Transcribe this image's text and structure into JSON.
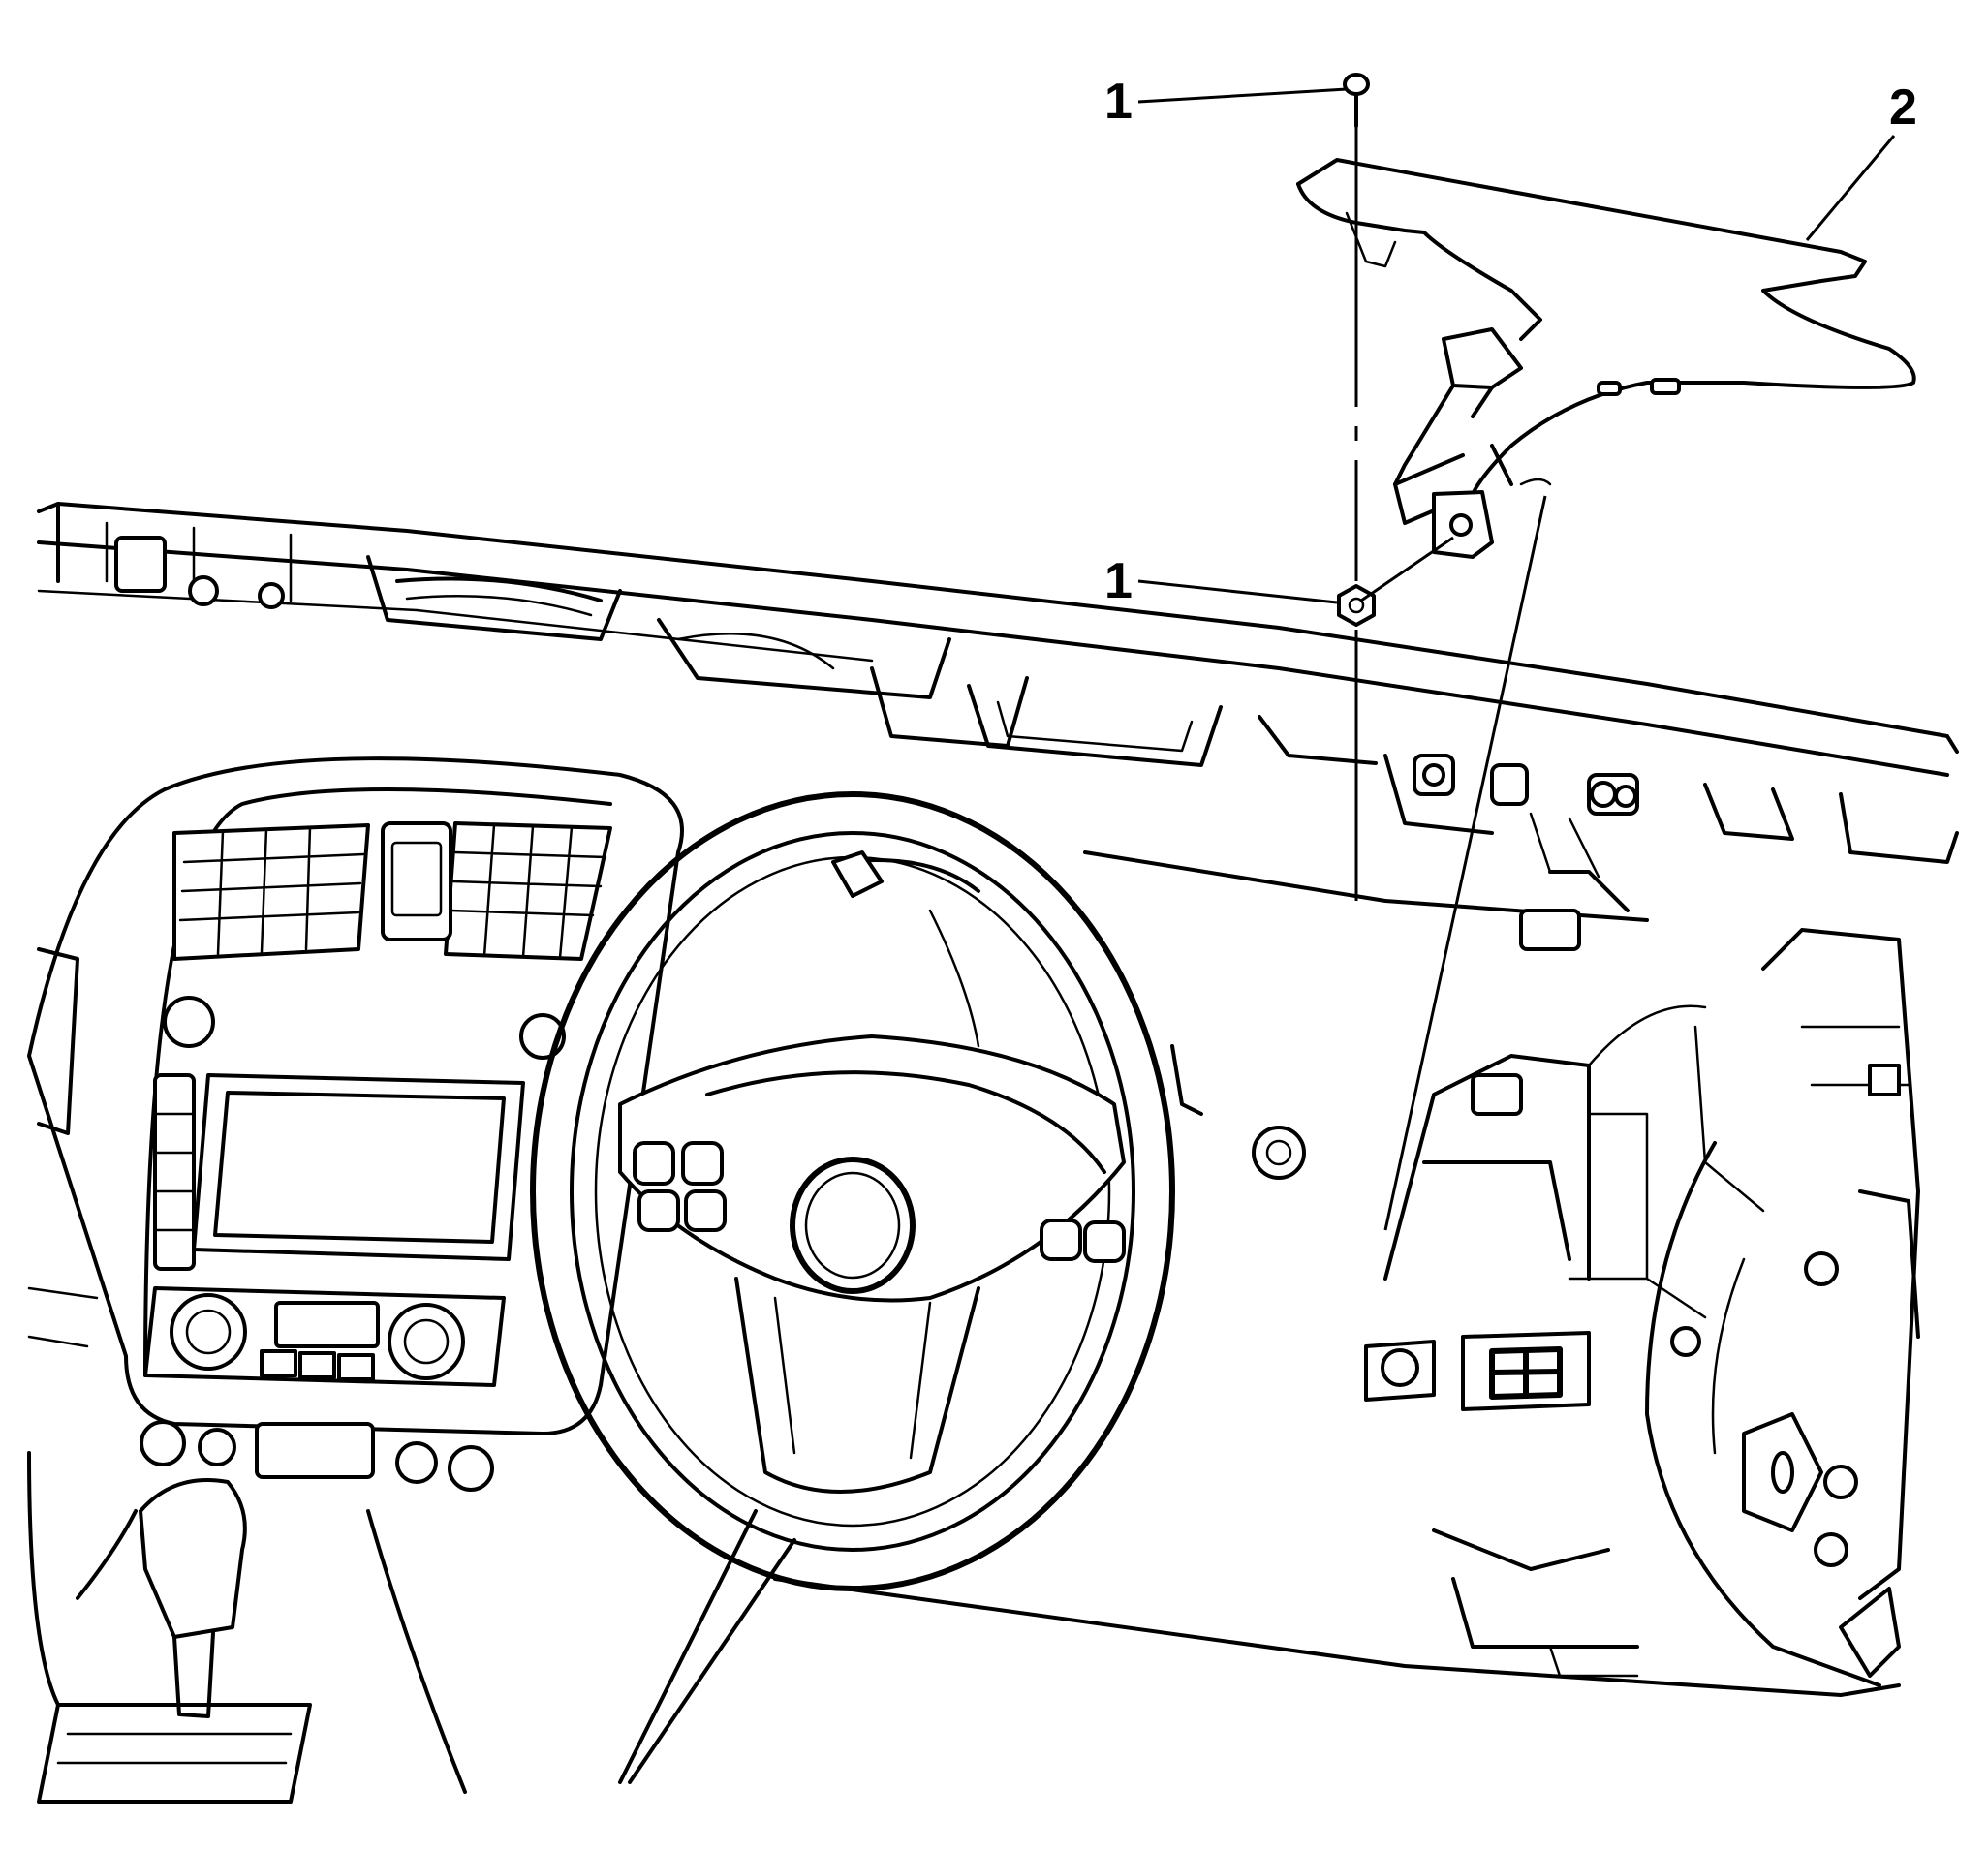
{
  "callouts": [
    {
      "id": "c1a",
      "label": "1"
    },
    {
      "id": "c1b",
      "label": "1"
    },
    {
      "id": "c2",
      "label": "2"
    }
  ]
}
